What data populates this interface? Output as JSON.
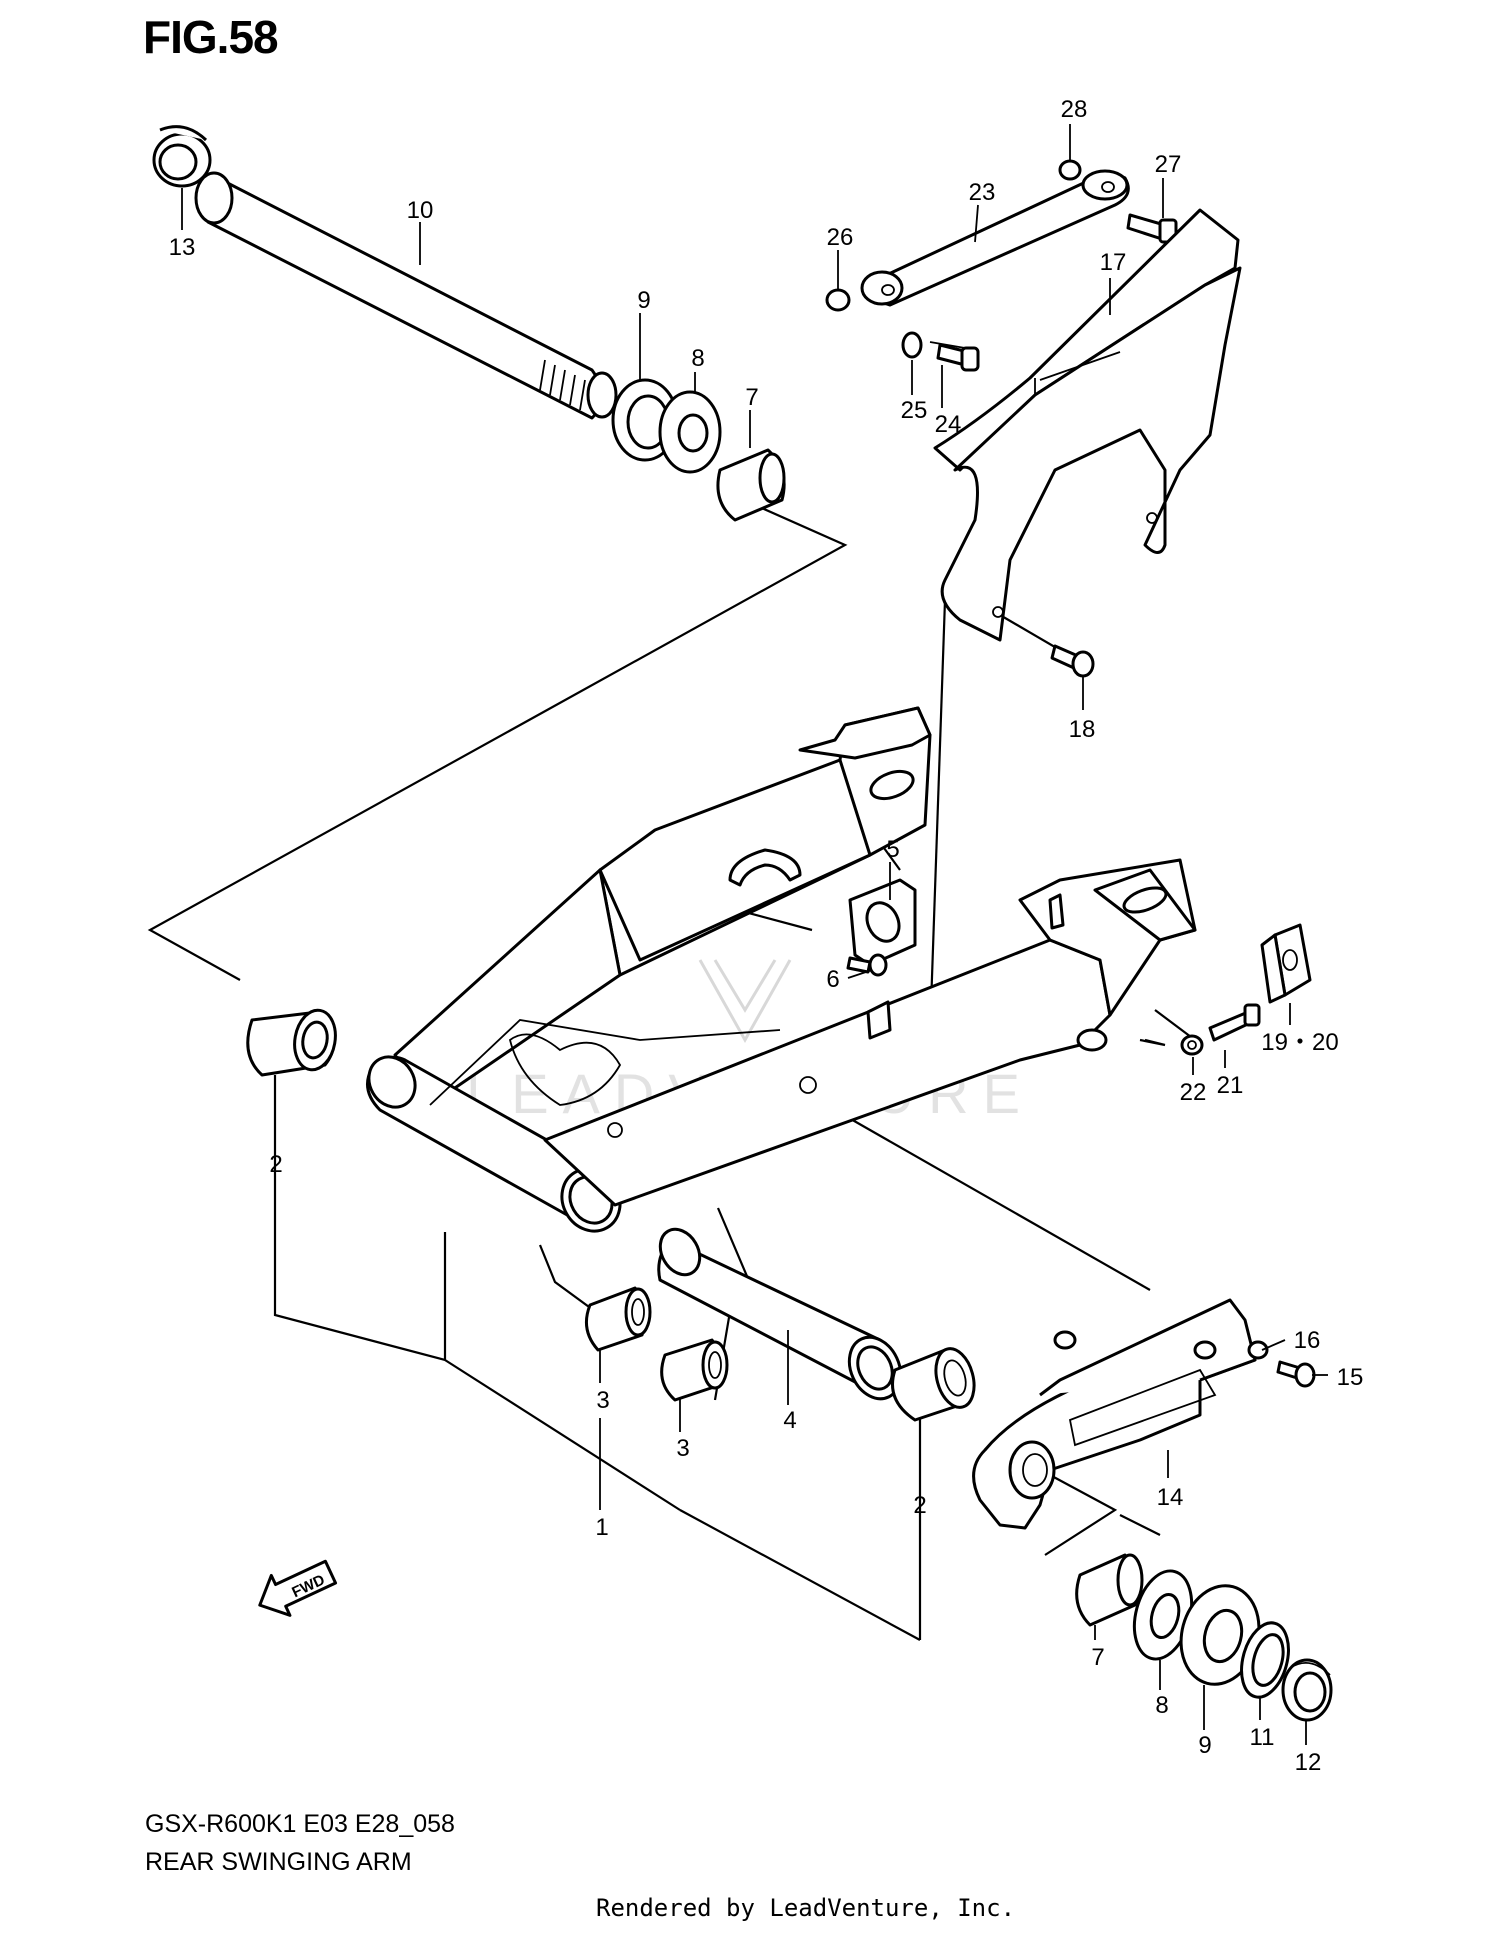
{
  "figure": {
    "title": "FIG.58",
    "model_code": "GSX-R600K1 E03 E28_058",
    "caption": "REAR SWINGING ARM",
    "credit": "Rendered by LeadVenture, Inc.",
    "watermark": "LEADVENTURE",
    "fwd_label": "FWD"
  },
  "callouts": [
    {
      "id": "c28",
      "label": "28"
    },
    {
      "id": "c27",
      "label": "27"
    },
    {
      "id": "c23",
      "label": "23"
    },
    {
      "id": "c26",
      "label": "26"
    },
    {
      "id": "c17",
      "label": "17"
    },
    {
      "id": "c25",
      "label": "25"
    },
    {
      "id": "c24",
      "label": "24"
    },
    {
      "id": "c18",
      "label": "18"
    },
    {
      "id": "c13",
      "label": "13"
    },
    {
      "id": "c10",
      "label": "10"
    },
    {
      "id": "c9a",
      "label": "9"
    },
    {
      "id": "c8a",
      "label": "8"
    },
    {
      "id": "c7a",
      "label": "7"
    },
    {
      "id": "c5",
      "label": "5"
    },
    {
      "id": "c6",
      "label": "6"
    },
    {
      "id": "c19",
      "label": "19・20"
    },
    {
      "id": "c21",
      "label": "21"
    },
    {
      "id": "c22",
      "label": "22"
    },
    {
      "id": "c2a",
      "label": "2"
    },
    {
      "id": "c16",
      "label": "16"
    },
    {
      "id": "c15",
      "label": "15"
    },
    {
      "id": "c14",
      "label": "14"
    },
    {
      "id": "c3a",
      "label": "3"
    },
    {
      "id": "c3b",
      "label": "3"
    },
    {
      "id": "c4",
      "label": "4"
    },
    {
      "id": "c2b",
      "label": "2"
    },
    {
      "id": "c1",
      "label": "1"
    },
    {
      "id": "c7b",
      "label": "7"
    },
    {
      "id": "c8b",
      "label": "8"
    },
    {
      "id": "c9b",
      "label": "9"
    },
    {
      "id": "c11",
      "label": "11"
    },
    {
      "id": "c12",
      "label": "12"
    }
  ]
}
